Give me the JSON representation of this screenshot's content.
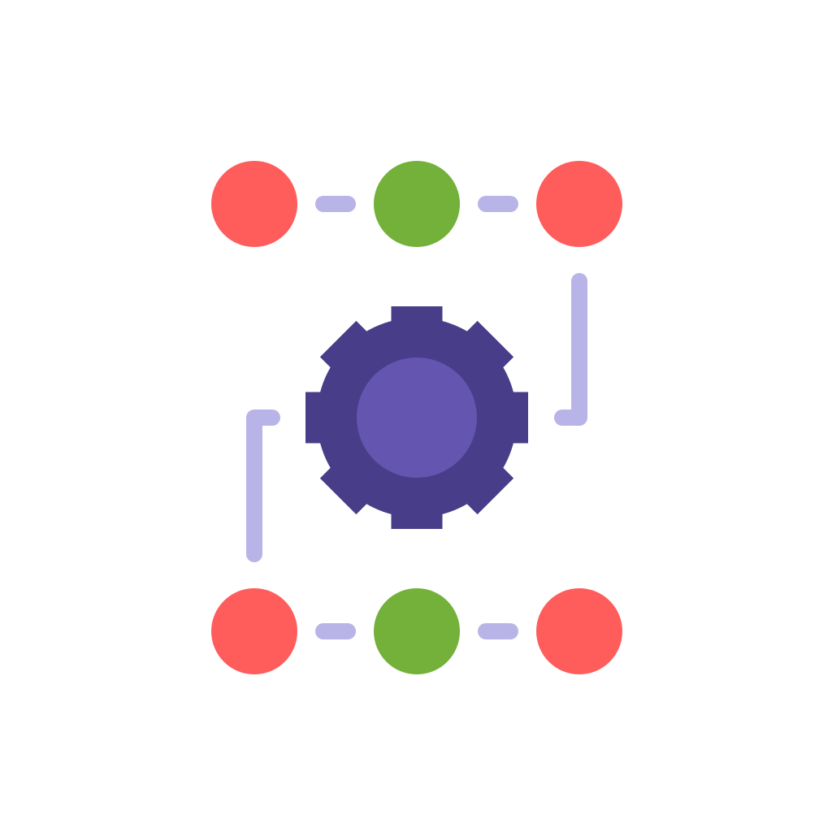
{
  "icon": {
    "name": "workflow-automation-gear",
    "colors": {
      "red_node": "#FF5C5C",
      "green_node": "#73B13A",
      "connector": "#B8B4E8",
      "gear_outer": "#483D88",
      "gear_inner": "#6355B0",
      "background": "#FFFFFF"
    },
    "top_row": [
      "red",
      "green",
      "red"
    ],
    "bottom_row": [
      "red",
      "green",
      "red"
    ]
  }
}
